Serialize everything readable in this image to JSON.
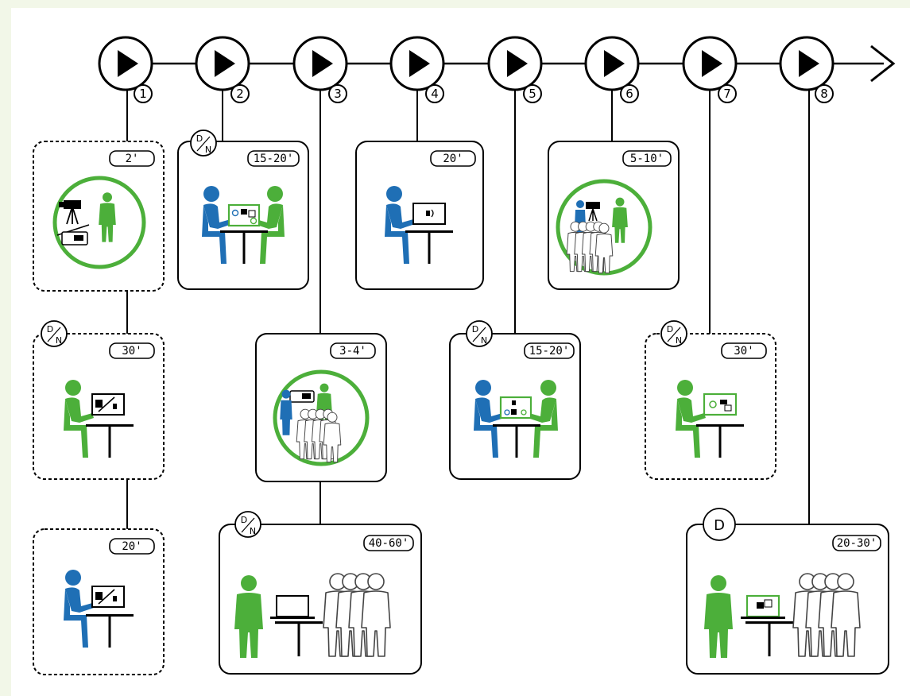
{
  "steps": [
    {
      "number": "1"
    },
    {
      "number": "2"
    },
    {
      "number": "3"
    },
    {
      "number": "4"
    },
    {
      "number": "5"
    },
    {
      "number": "6"
    },
    {
      "number": "7"
    },
    {
      "number": "8"
    }
  ],
  "durations": {
    "s1a": "2'",
    "s1b": "30'",
    "s1c": "20'",
    "s2": "15-20'",
    "s3a": "3-4'",
    "s3b": "40-60'",
    "s4": "20'",
    "s5": "15-20'",
    "s6": "5-10'",
    "s7": "30'",
    "s8": "20-30'"
  },
  "marks": {
    "dn_d": "D",
    "dn_n": "N",
    "d_only": "D"
  },
  "colors": {
    "green": "#4caf3a",
    "blue": "#1f6fb5",
    "background": "#f2f7e8"
  }
}
